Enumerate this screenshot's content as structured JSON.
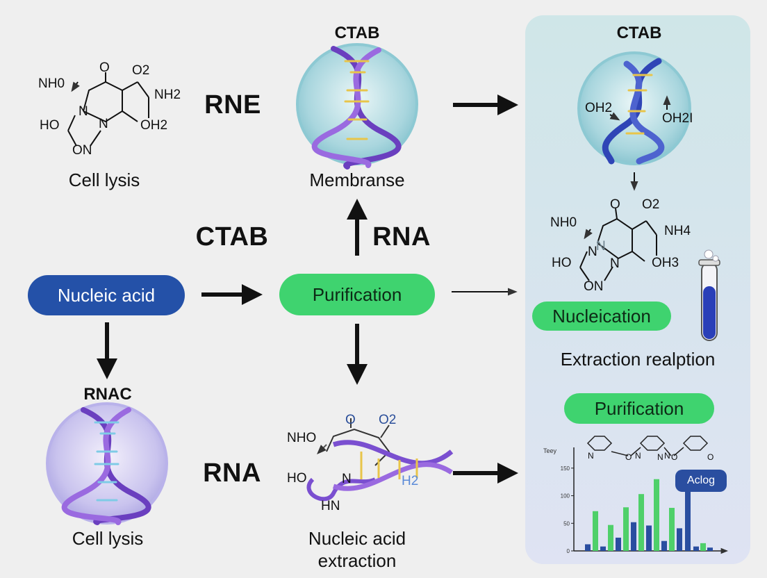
{
  "colors": {
    "navy": "#2451a8",
    "green": "#3fd36f",
    "purple": "#8a5ad8",
    "panel": "#d3e6ea",
    "blueBar": "#2a4ea0",
    "greenBar": "#4fd06a"
  },
  "left": {
    "molecule": [
      "NH0",
      "O",
      "O2",
      "NH2",
      "N",
      "HO",
      "N",
      "OH2",
      "ON"
    ],
    "caption_top": "Cell lysis",
    "title_rnac": "RNAC",
    "caption_bottom": "Cell lysis",
    "node": "Nucleic acid"
  },
  "center": {
    "title_ctab": "CTAB",
    "caption_membrane": "Membranse",
    "label_rna_up": "RNA",
    "label_rne": "RNE",
    "label_ctab_mid": "CTAB",
    "node": "Purification",
    "label_rna_bottom": "RNA",
    "molecule": [
      "NHO",
      "O",
      "O2",
      "HO",
      "N",
      "HN",
      "H2"
    ],
    "caption_bottom_1": "Nucleic acid",
    "caption_bottom_2": "extraction"
  },
  "right": {
    "title_ctab": "CTAB",
    "helix_labels": [
      "OH2",
      "OH2I"
    ],
    "molecule": [
      "NH0",
      "O",
      "O2",
      "NH4",
      "N",
      "N",
      "HO",
      "N",
      "OH3",
      "ON"
    ],
    "pill_nucleication": "Nucleication",
    "caption_extraction": "Extraction realption",
    "pill_purification": "Purification",
    "mini_chain": [
      "N",
      "N",
      "O",
      "N",
      "N",
      "O",
      "O"
    ],
    "chart_badge": "Aclog"
  },
  "chart_data": {
    "type": "bar",
    "ylabel": "Teey",
    "ylim": [
      0,
      180
    ],
    "yticks": [
      0,
      50,
      100,
      150
    ],
    "series": [
      {
        "color": "blue",
        "values": [
          12,
          8,
          24,
          52,
          46,
          18,
          41,
          108,
          8,
          6
        ]
      },
      {
        "color": "green",
        "values": [
          72,
          47,
          79,
          103,
          130,
          78,
          14
        ]
      }
    ]
  }
}
